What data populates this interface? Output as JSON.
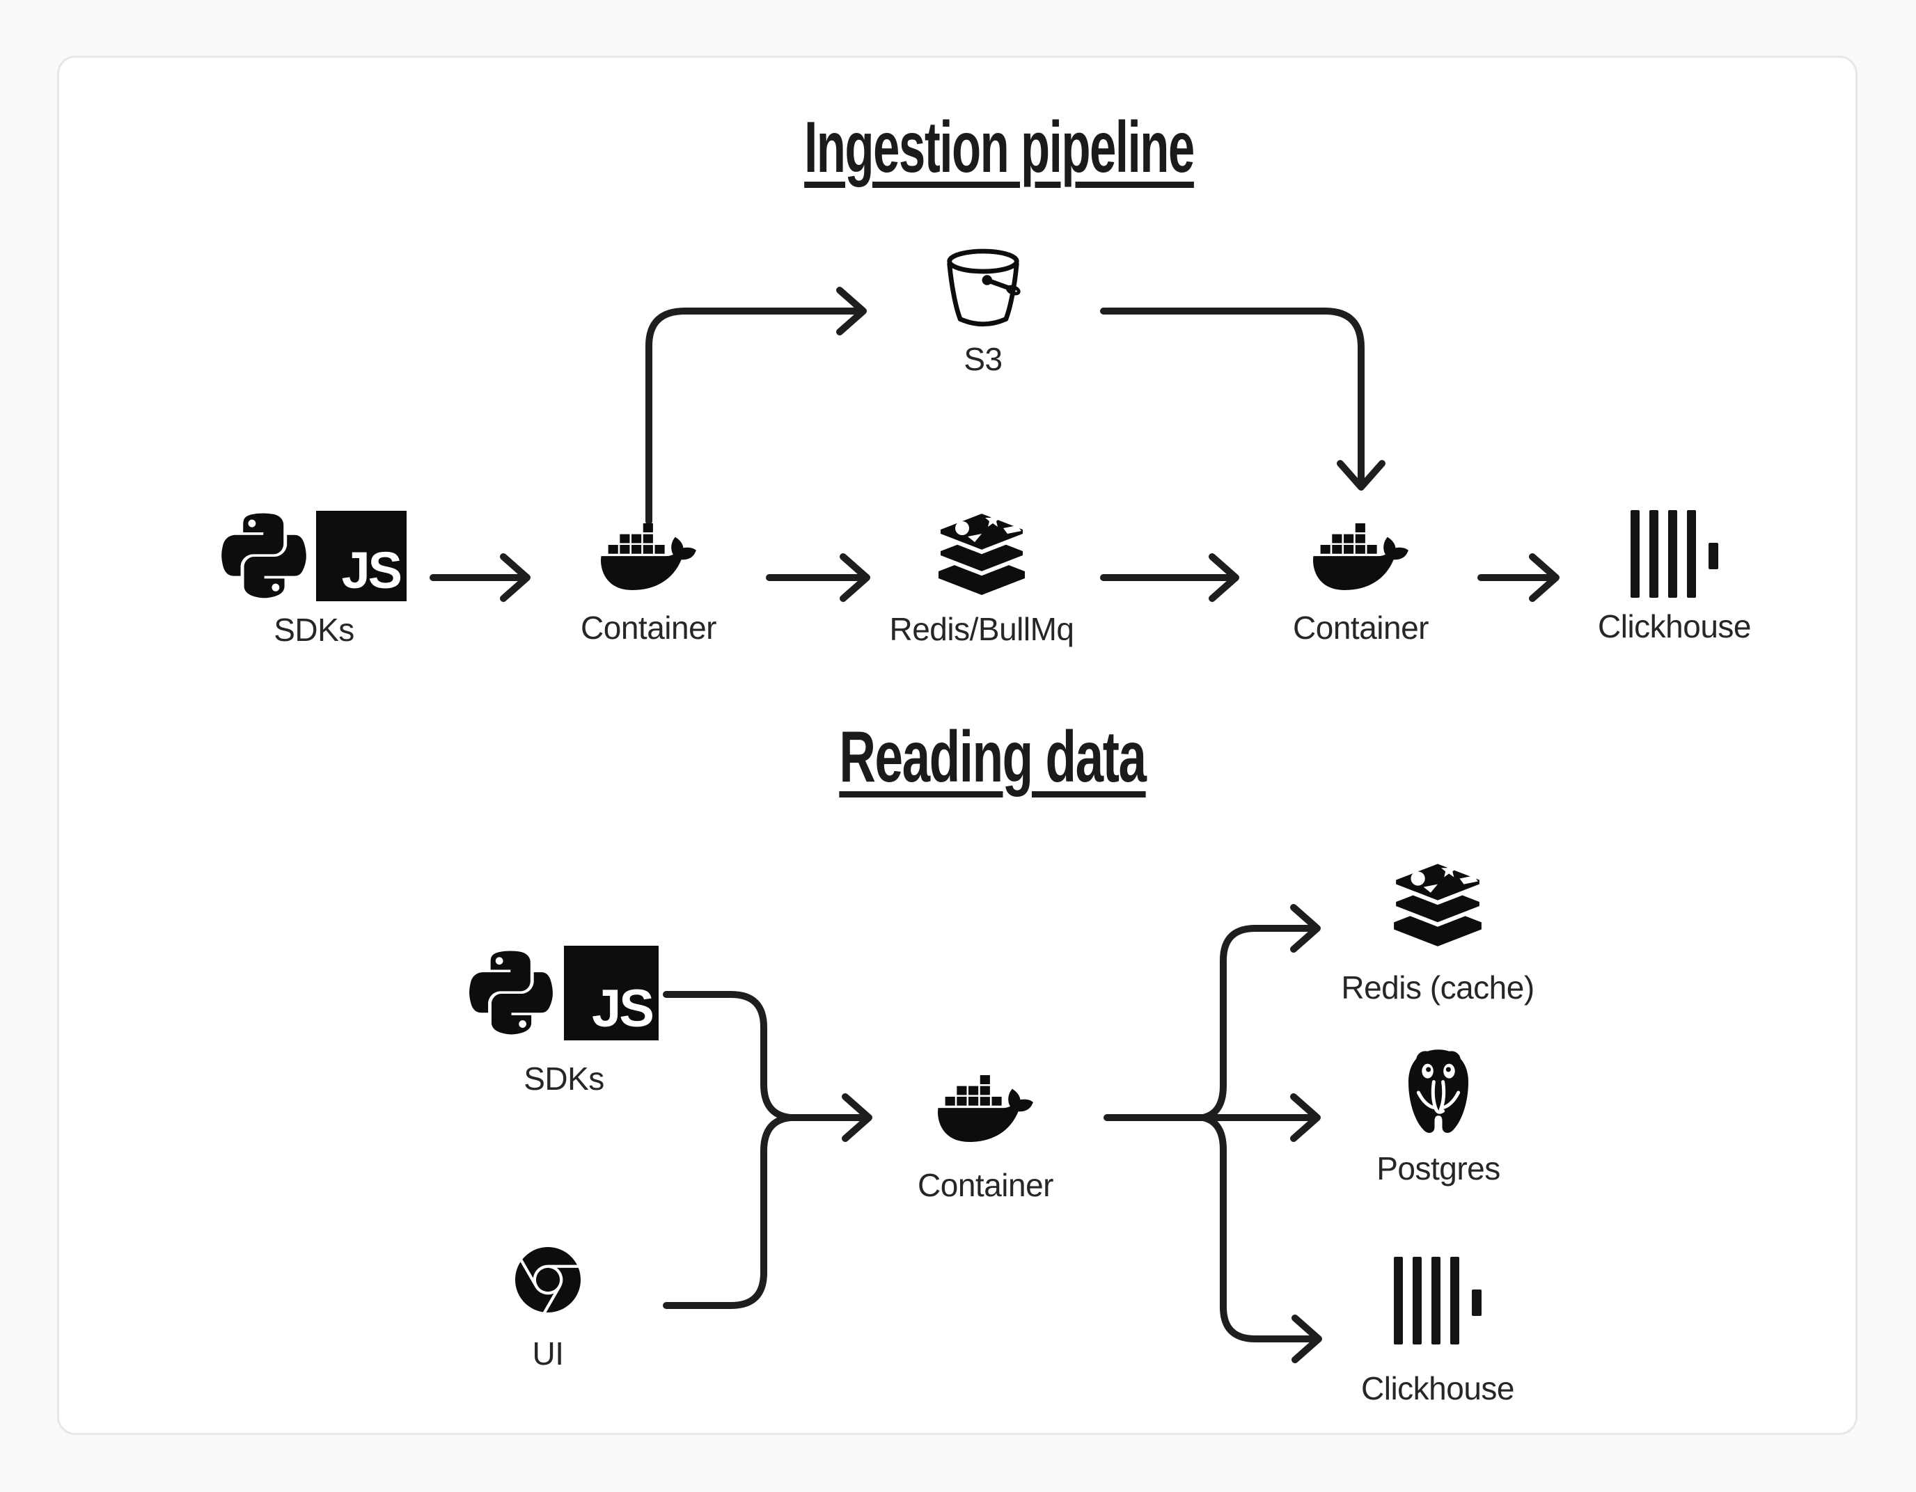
{
  "theme": {
    "page_bg": "#fafafa",
    "card_bg": "#ffffff",
    "card_border": "#e7e7e7",
    "ink": "#1e1e1e",
    "label_color": "#262626"
  },
  "sections": {
    "ingestion": {
      "title": "Ingestion pipeline"
    },
    "reading": {
      "title": "Reading data"
    }
  },
  "nodes": {
    "sdks1": {
      "label": "SDKs"
    },
    "container1": {
      "label": "Container"
    },
    "redis1": {
      "label": "Redis/BullMq"
    },
    "s3": {
      "label": "S3"
    },
    "container2": {
      "label": "Container"
    },
    "clickhouse1": {
      "label": "Clickhouse"
    },
    "sdks2": {
      "label": "SDKs"
    },
    "ui": {
      "label": "UI"
    },
    "container3": {
      "label": "Container"
    },
    "redis2": {
      "label": "Redis (cache)"
    },
    "postgres": {
      "label": "Postgres"
    },
    "clickhouse2": {
      "label": "Clickhouse"
    }
  },
  "icons": {
    "js_badge": "JS"
  },
  "edges": {
    "ingestion": [
      {
        "from": "SDKs",
        "to": "Container"
      },
      {
        "from": "Container",
        "to": "S3"
      },
      {
        "from": "Container",
        "to": "Redis/BullMq"
      },
      {
        "from": "Redis/BullMq",
        "to": "Container"
      },
      {
        "from": "S3",
        "to": "Container"
      },
      {
        "from": "Container",
        "to": "Clickhouse"
      }
    ],
    "reading": [
      {
        "from": "SDKs",
        "to": "Container"
      },
      {
        "from": "UI",
        "to": "Container"
      },
      {
        "from": "Container",
        "to": "Redis (cache)"
      },
      {
        "from": "Container",
        "to": "Postgres"
      },
      {
        "from": "Container",
        "to": "Clickhouse"
      }
    ]
  }
}
